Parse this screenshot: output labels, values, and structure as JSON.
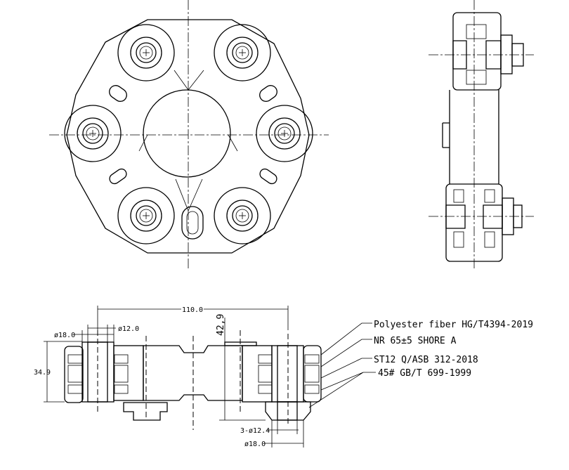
{
  "drawing": {
    "title": "Flexible coupling disc engineering drawing",
    "dimensions": {
      "bolt_spacing": "110.0",
      "total_height": "42,9",
      "disc_thickness": "34.9",
      "sleeve_outer_left": "ø18.0",
      "sleeve_inner_left": "ø12.0",
      "holes": "3-ø12.4",
      "sleeve_outer_right": "ø18.0"
    },
    "materials": [
      {
        "label": "Polyester fiber HG/T4394-2019"
      },
      {
        "label": "NR 65±5 SHORE A"
      },
      {
        "label": "ST12 Q/ASB 312-2018"
      },
      {
        "label": "45# GB/T 699-1999"
      }
    ]
  }
}
